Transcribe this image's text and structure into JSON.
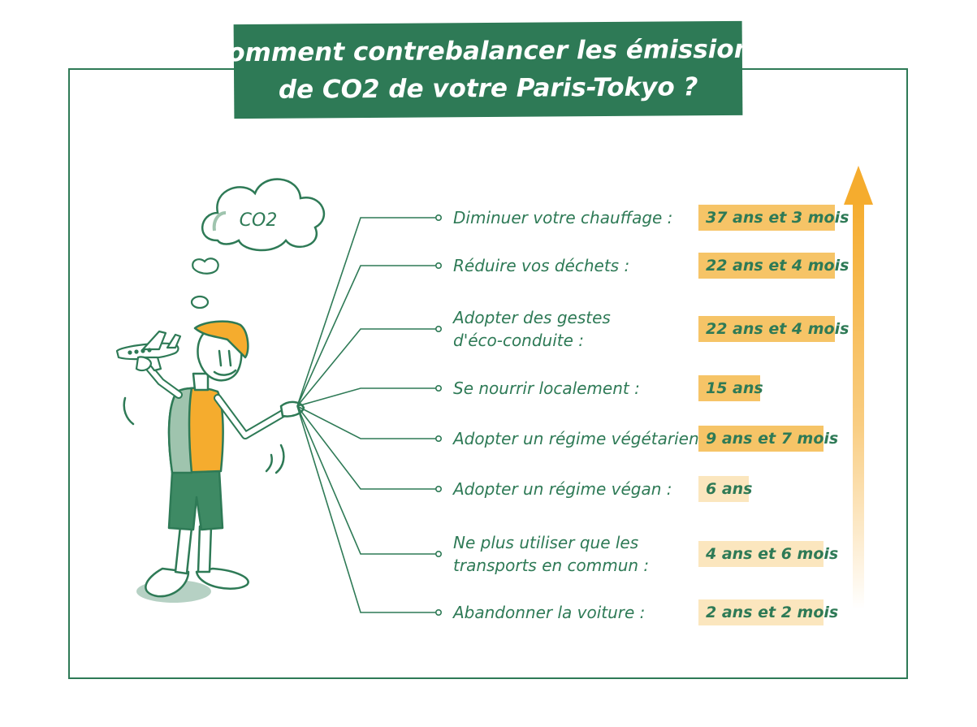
{
  "title": {
    "line1": "Comment contrebalancer les émissions",
    "line2": "de CO2 de votre Paris-Tokyo ?"
  },
  "cloud_label": "CO2",
  "colors": {
    "green": "#2e7a56",
    "light_green": "#9fc4ae",
    "orange": "#f5ac2e",
    "value_bg_strong": "#f6c467",
    "value_bg_light": "#fbe6be"
  },
  "illustration": {
    "character": "person-with-cap-holding-airplane",
    "thought": "co2-cloud"
  },
  "rows": [
    {
      "label_lines": [
        "Diminuer votre chauffage :"
      ],
      "value": "37 ans et 3 mois"
    },
    {
      "label_lines": [
        "Réduire vos déchets :"
      ],
      "value": "22 ans et 4 mois"
    },
    {
      "label_lines": [
        "Adopter des gestes",
        "d'éco-conduite :"
      ],
      "value": "22 ans et 4 mois"
    },
    {
      "label_lines": [
        "Se nourrir localement :"
      ],
      "value": "15 ans"
    },
    {
      "label_lines": [
        "Adopter un régime végétarien :"
      ],
      "value": "9 ans et 7 mois"
    },
    {
      "label_lines": [
        "Adopter un régime végan :"
      ],
      "value": "6 ans"
    },
    {
      "label_lines": [
        "Ne plus utiliser que les",
        "transports en commun :"
      ],
      "value": "4 ans et 6 mois"
    },
    {
      "label_lines": [
        "Abandonner la voiture :"
      ],
      "value": "2 ans et 2 mois"
    }
  ]
}
